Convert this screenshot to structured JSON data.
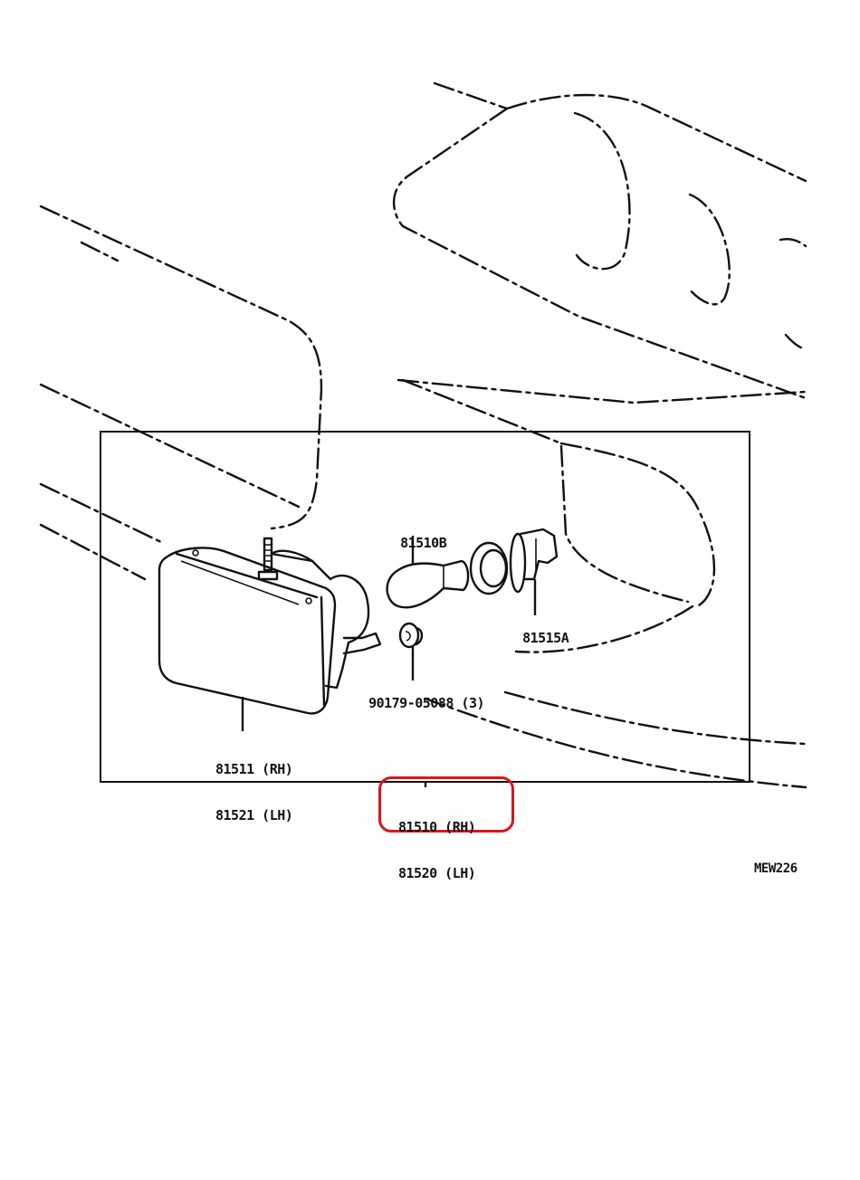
{
  "diagram": {
    "title": "Fog lamp assembly exploded parts diagram",
    "figure_code": "MEW226",
    "accent_colors": {
      "line": "#111111",
      "highlight_box": "#d8171d",
      "background": "#ffffff"
    },
    "parts": [
      {
        "id": "lamp_lens",
        "label_lines": [
          "81511 (RH)",
          "81521 (LH)"
        ]
      },
      {
        "id": "bulb",
        "label_lines": [
          "81510B"
        ]
      },
      {
        "id": "socket",
        "label_lines": [
          "81515A"
        ]
      },
      {
        "id": "screw",
        "label_lines": [
          "90179-05088 (3)"
        ]
      },
      {
        "id": "assembly",
        "label_lines": [
          "81510 (RH)",
          "81520 (LH)"
        ],
        "highlighted": true
      }
    ]
  }
}
